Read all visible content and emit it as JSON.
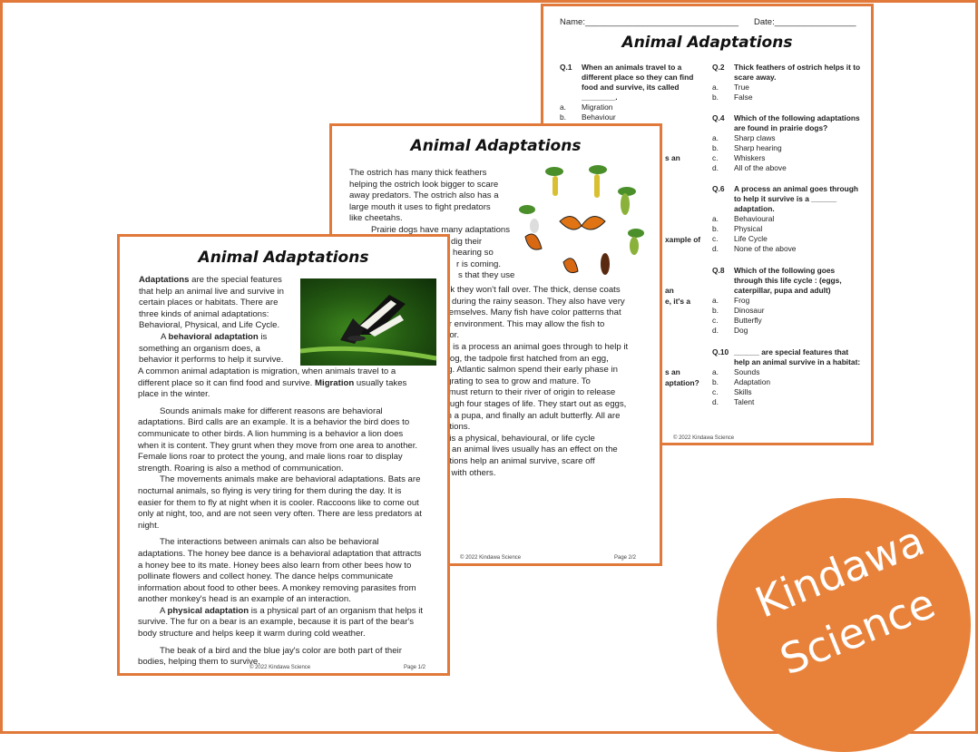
{
  "colors": {
    "accent": "#e0793a",
    "badge": "#e8823a"
  },
  "quiz": {
    "name_label": "Name:________________________________",
    "date_label": "Date:_________________",
    "title": "Animal Adaptations",
    "q1": {
      "num": "Q.1",
      "text": "When an animals travel to a different place so they can find food and survive, its called ________.",
      "options": [
        {
          "l": "a.",
          "t": "Migration"
        },
        {
          "l": "b.",
          "t": "Behaviour"
        }
      ]
    },
    "q2": {
      "num": "Q.2",
      "text": "Thick feathers of ostrich helps it to scare away.",
      "options": [
        {
          "l": "a.",
          "t": "True"
        },
        {
          "l": "b.",
          "t": "False"
        }
      ]
    },
    "q4": {
      "num": "Q.4",
      "text": "Which of the following adaptations are found in prairie dogs?",
      "options": [
        {
          "l": "a.",
          "t": "Sharp claws"
        },
        {
          "l": "b.",
          "t": "Sharp hearing"
        },
        {
          "l": "c.",
          "t": "Whiskers"
        },
        {
          "l": "d.",
          "t": "All of the above"
        }
      ]
    },
    "q6": {
      "num": "Q.6",
      "text": "A process an animal goes through to help it survive is a ______ adaptation.",
      "options": [
        {
          "l": "a.",
          "t": "Behavioural"
        },
        {
          "l": "b.",
          "t": "Physical"
        },
        {
          "l": "c.",
          "t": "Life Cycle"
        },
        {
          "l": "d.",
          "t": "None of the above"
        }
      ]
    },
    "q8": {
      "num": "Q.8",
      "text": "Which of the following goes through this life cycle : (eggs, caterpillar, pupa and adult)",
      "options": [
        {
          "l": "a.",
          "t": "Frog"
        },
        {
          "l": "b.",
          "t": "Dinosaur"
        },
        {
          "l": "c.",
          "t": "Butterfly"
        },
        {
          "l": "d.",
          "t": "Dog"
        }
      ]
    },
    "q10": {
      "num": "Q.10",
      "text": "______ are special features that help an animal survive in a habitat:",
      "options": [
        {
          "l": "a.",
          "t": "Sounds"
        },
        {
          "l": "b.",
          "t": "Adaptation"
        },
        {
          "l": "c.",
          "t": "Skills"
        },
        {
          "l": "d.",
          "t": "Talent"
        }
      ]
    },
    "frag_an1": "s an",
    "frag_ex": "xample of",
    "frag_an2": "an",
    "frag_its": "e, it's a",
    "frag_an3": "s an",
    "frag_apt": "aptation?",
    "copyright": "© 2022 Kindawa Science"
  },
  "page2": {
    "title": "Animal Adaptations",
    "lines_top": [
      "The ostrich has many thick feathers",
      "helping the ostrich look bigger to scare",
      "away predators. The ostrich also has a",
      "large mouth it uses to fight predators",
      "like cheetahs.",
      "Prairie dogs have many adaptations",
      "dig their",
      "hearing so",
      "r is coming.",
      "s that they use"
    ],
    "lines_bottom": [
      "walk they won't fall over. The thick, dense coats",
      "dry during the rainy season. They also have very",
      "l themselves. Many fish have color patterns that",
      "heir environment. This may allow the fish to",
      "dator.",
      "is a process an animal goes through to help it",
      "a frog, the tadpole first hatched from an egg,",
      "frog. Atlantic salmon spend their early phase in",
      "migrating to sea to grow and mature. To",
      "ey must return to their river of origin to release",
      "hrough four stages of life. They start out as eggs,",
      "hen a pupa, and finally an adult butterfly. All are",
      "ptations.",
      "r it is a physical, behavioural, or life cycle",
      "ent an animal lives usually has an effect on the",
      "ptations help an animal survive, scare off",
      "ing with others."
    ],
    "frag_on": "on",
    "copyright": "© 2022 Kindawa Science",
    "page": "Page 2/2"
  },
  "page1": {
    "title": "Animal Adaptations",
    "intro": [
      {
        "b": "Adaptations",
        "t": " are the special features"
      },
      {
        "t": "that help an animal live and survive in"
      },
      {
        "t": "certain places or habitats. There are"
      },
      {
        "t": "three kinds of animal adaptations:"
      },
      {
        "t": "Behavioral, Physical, and Life Cycle."
      }
    ],
    "beh_pre": "A ",
    "beh_bold": "behavioral adaptation",
    "beh_post": " is",
    "beh_l2": "something an organism does, a",
    "beh_l3": "behavior it performs to help it survive.",
    "mig_l1": "A common animal adaptation is migration, when animals travel to a",
    "mig_l2a": "different place so it can find food and survive.",
    "mig_bold": "Migration",
    "mig_l2b": " usually takes",
    "mig_l3": "place in the winter.",
    "para_sounds": [
      "Sounds animals make for different reasons are behavioral",
      "adaptations. Bird calls are an example. It is a behavior the bird does to",
      "communicate to other birds. A lion humming is a behavior a lion does",
      "when it is content. They grunt when they move from one area to another.",
      "Female lions roar to protect the young, and male lions roar to display",
      "strength. Roaring is also a method of communication."
    ],
    "para_moves": [
      "The movements animals make are behavioral adaptations. Bats are",
      "nocturnal animals, so flying is very tiring for them during the day. It is",
      "easier for them to fly at night when it is cooler. Raccoons like to come out",
      "only at night, too, and are not seen very often. There are less predators at",
      "night."
    ],
    "para_inter": [
      "The interactions between animals can also be behavioral",
      "adaptations. The honey bee dance is a behavioral adaptation that attracts",
      "a honey bee to its mate. Honey bees also learn from other bees how to",
      "pollinate flowers and collect honey. The dance helps communicate",
      "information about food to other bees. A monkey removing parasites from",
      "another monkey's head is an example of an interaction."
    ],
    "phys_pre": "A ",
    "phys_bold": "physical adaptation",
    "phys_post": " is a physical part of an organism that helps it",
    "para_phys": [
      "survive. The fur on a bear is an example, because it is part of the bear's",
      "body structure and helps keep it warm during cold weather."
    ],
    "para_beak": [
      "The beak of a bird and the blue jay's color are both part of their",
      "bodies, helping them to survive."
    ],
    "copyright": "© 2022 Kindawa Science",
    "page": "Page 1/2"
  },
  "badge": {
    "line1": "Kindawa",
    "line2": "Science"
  }
}
